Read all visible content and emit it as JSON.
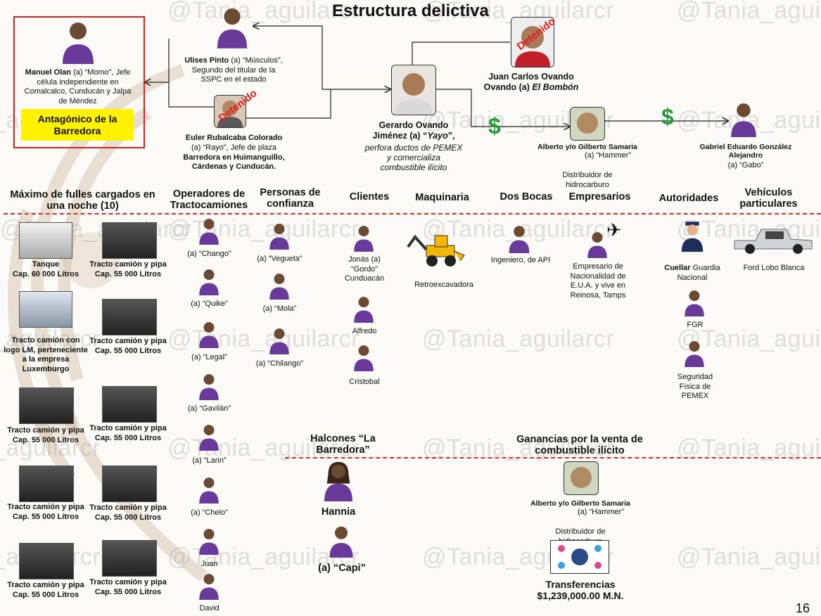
{
  "title": "Estructura delictiva",
  "watermark": "@Tania_aguilarcr",
  "page_number": "16",
  "colors": {
    "accent_red": "#d9302b",
    "highlight_yellow": "#fff200",
    "money_green": "#2a9a3a",
    "person_purple": "#6a3a9a"
  },
  "top": {
    "olan": {
      "name": "Manuel Olan",
      "desc": "(a) “Momo”, Jefe célula independiente en Comalcalco, Cunducán y Jalpa de Méndez",
      "tag": "Antagónico de la Barredora"
    },
    "pinto": {
      "name": "Ulises Pinto",
      "desc": "(a) “Músculos”, Segundo del titular de la SSPC en el estado"
    },
    "euler": {
      "name": "Euler Rubalcaba Colorado",
      "desc1": "(a) “Rayo”, Jefe de plaza",
      "desc2": "Barredora en Huimanguillo, Cárdenas y Cunducán.",
      "stamp": "Detenido"
    },
    "ovandojc": {
      "line1": "Juan Carlos Ovando",
      "line2": "Ovando (a)",
      "alias": "El Bombón",
      "stamp": "Detenido"
    },
    "gerardo": {
      "line1": "Gerardo Ovando",
      "line2": "Jiménez (a) “",
      "alias": "Yayo",
      "line2end": "”,",
      "desc": "perfora ductos de PEMEX y comercializa combustible ilícito"
    },
    "alberto": {
      "name": "Alberto y/o Gilberto Samaria",
      "alias": "(a) “Hammer”",
      "role": "Distribuidor de hidrocarburo"
    },
    "gabriel": {
      "name": "Gabriel Eduardo González Alejandro",
      "alias": "(a) “Gabo”"
    },
    "dollar": "$"
  },
  "headers": {
    "fulles": "Máximo de fulles cargados en una noche (10)",
    "operadores": "Operadores de Tractocamiones",
    "confianza": "Personas de confianza",
    "clientes": "Clientes",
    "maquinaria": "Maquinaria",
    "dosbocas": "Dos Bocas",
    "empresarios": "Empresarios",
    "autoridades": "Autoridades",
    "vehiculos": "Vehículos particulares"
  },
  "trucks": {
    "tanque": {
      "line1": "Tanque",
      "line2": "Cap. 60 000 Litros"
    },
    "lm": {
      "line1": "Tracto camión con logo LM, perteneciente a la empresa Luxemburgo"
    },
    "pipa": {
      "line1": "Tracto camión y pipa",
      "line2": "Cap. 55 000 Litros"
    }
  },
  "operadores": [
    "(a) “Chango”",
    "(a) “Quike”",
    "(a) “Legal”",
    "(a) “Gavilán”",
    "(a) “Larin”",
    "(a) “Chelo”",
    "Juan",
    "David"
  ],
  "confianza": [
    "(a) “Vegueta”",
    "(a) “Mola”",
    "(a) “Chilango”"
  ],
  "clientes": [
    "Jonás (a) “Gordo” Cunduacán",
    "Alfredo",
    "Cristobal"
  ],
  "maquinaria": "Retroexcavadora",
  "dosbocas": "Ingeniero, de API",
  "empresario": "Empresario de Nacionalidad de E.U.A. y vive en Reinosa, Tamps",
  "autoridades": {
    "cuellar": "Cuellar",
    "cuellar_rest": " Guardia Nacional",
    "fgr": "FGR",
    "pemex": "Seguridad Física de PEMEX"
  },
  "vehiculo": "Ford Lobo Blanca",
  "halcones": {
    "header": "Halcones “La Barredora”",
    "hannia": "Hannia",
    "capi": "(a) “Capi”"
  },
  "ganancias": {
    "header": "Ganancias por la venta de combustible ilícito",
    "name": "Alberto y/o Gilberto Samaria",
    "alias": "(a) “Hammer”",
    "role": "Distribuidor de hidrocarburo",
    "transfer": "Transferencias",
    "amount": "$1,239,000.00 M.N."
  }
}
